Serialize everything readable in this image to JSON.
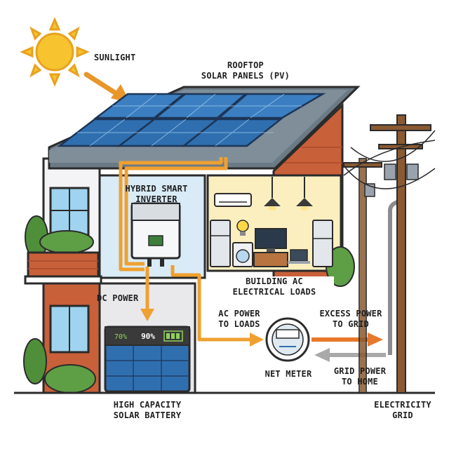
{
  "labels": {
    "sunlight": "SUNLIGHT",
    "panels_line1": "ROOFTOP",
    "panels_line2": "SOLAR PANELS (PV)",
    "inverter_line1": "HYBRID SMART",
    "inverter_line2": "INVERTER",
    "loads_line1": "BUILDING AC",
    "loads_line2": "ELECTRICAL LOADS",
    "dc_power": "DC POWER",
    "ac_line1": "AC POWER",
    "ac_line2": "TO LOADS",
    "excess_line1": "EXCESS POWER",
    "excess_line2": "TO GRID",
    "net_meter": "NET METER",
    "grid_power_line1": "GRID POWER",
    "grid_power_line2": "TO HOME",
    "battery_line1": "HIGH CAPACITY",
    "battery_line2": "SOLAR BATTERY",
    "grid_line1": "ELECTRICITY",
    "grid_line2": "GRID"
  },
  "battery": {
    "cell1_pct": "70%",
    "cell2_pct": "90%"
  },
  "colors": {
    "dc_flow": "#f0a030",
    "ac_flow": "#f0a030",
    "excess_arrow": "#e8782a",
    "grid_arrow": "#a9a9a9",
    "sun": "#f7c32e",
    "panel": "#2f6fb0"
  }
}
